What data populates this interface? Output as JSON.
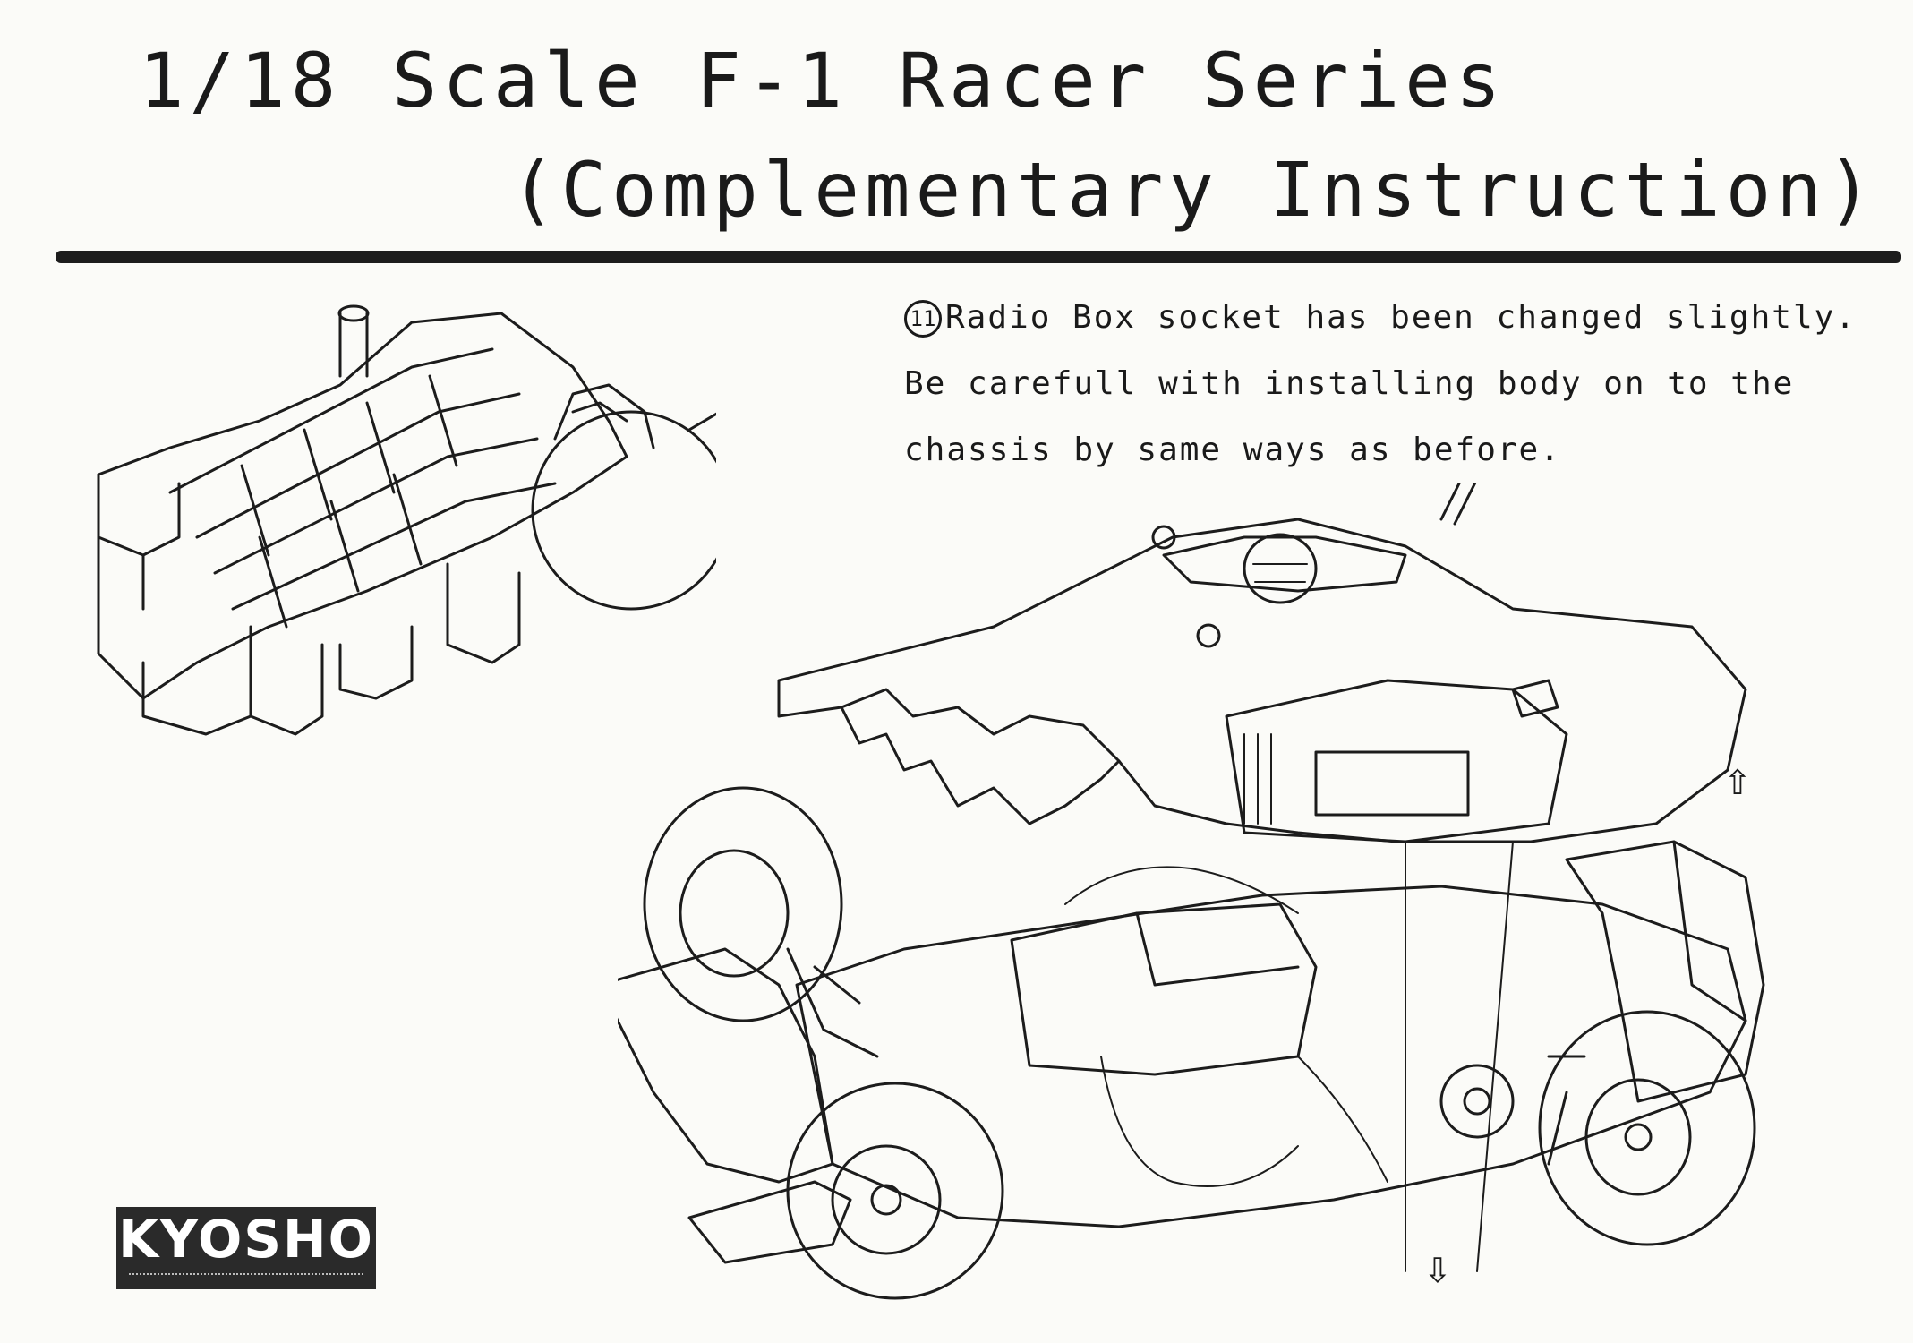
{
  "header": {
    "title_line1": "1/18 Scale F-1 Racer Series",
    "title_line2": "(Complementary Instruction)"
  },
  "note": {
    "step_number": "11",
    "line1": "Radio Box socket has been changed slightly.",
    "line2": "Be carefull with installing body on to the",
    "line3": "chassis by same ways as before."
  },
  "logo": {
    "brand": "KYOSHO"
  },
  "icons": {
    "top_arrow": "up-arrow-icon",
    "bottom_arrow": "down-arrow-icon"
  },
  "colors": {
    "ink": "#1c1c1c",
    "paper": "#fbfbf8",
    "logo_background": "#2a2a2a"
  }
}
